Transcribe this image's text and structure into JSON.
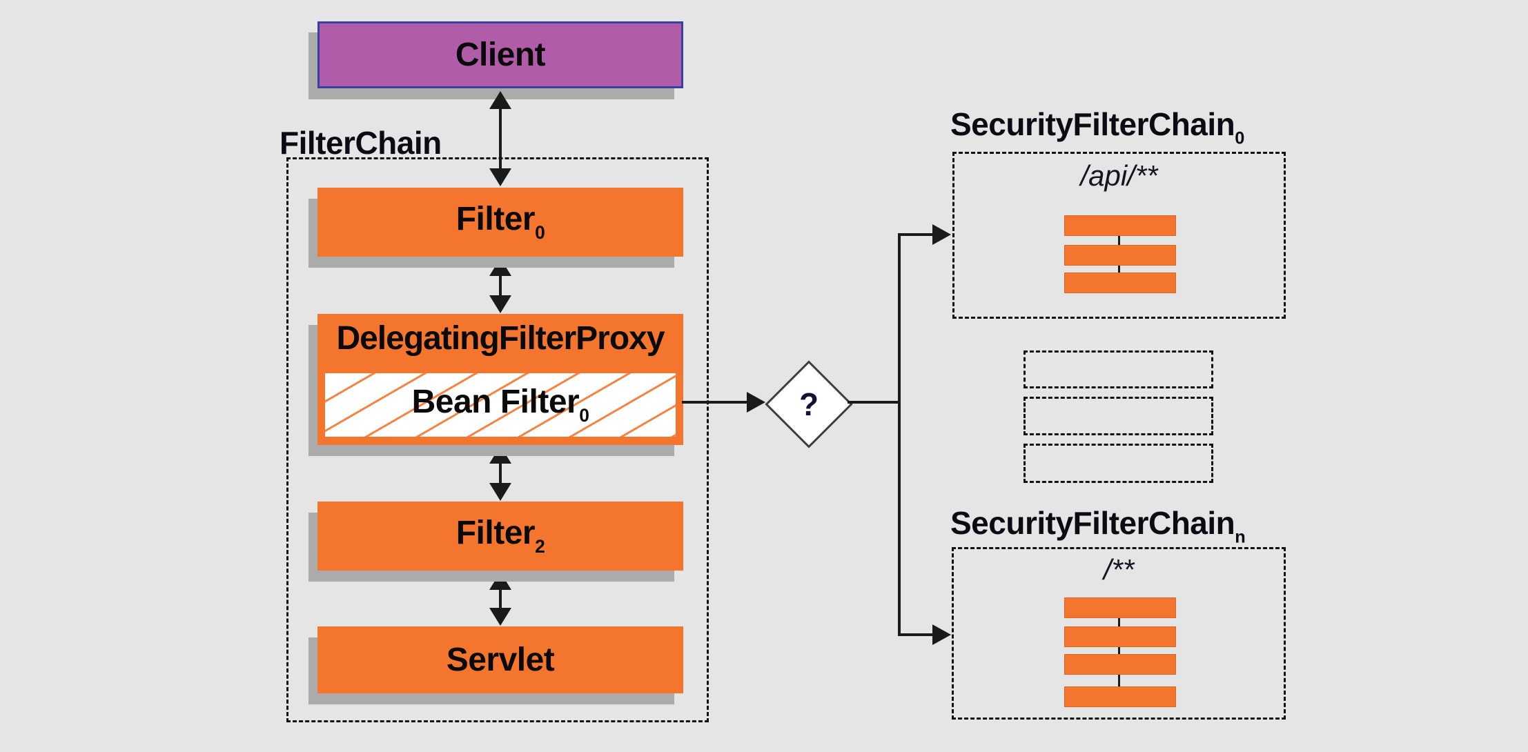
{
  "diagram": "Spring Security DelegatingFilterProxy / SecurityFilterChain architecture",
  "colors": {
    "background": "#e5e5e5",
    "box_orange": "#f4762e",
    "client_purple": "#b05ca8",
    "client_border_blue": "#3641a5",
    "shadow_gray": "#ababab",
    "line_black": "#1a1a1a"
  },
  "client": {
    "label": "Client"
  },
  "filter_chain": {
    "label": "FilterChain",
    "filter0": {
      "base": "Filter",
      "sub": "0"
    },
    "proxy_title": "DelegatingFilterProxy",
    "bean_filter": {
      "base": "Bean Filter",
      "sub": "0"
    },
    "filter2": {
      "base": "Filter",
      "sub": "2"
    },
    "servlet": {
      "label": "Servlet"
    }
  },
  "decision": {
    "label": "?"
  },
  "chain0": {
    "base": "SecurityFilterChain",
    "sub": "0",
    "path": "/api/**",
    "bar_count": 3
  },
  "chain_n": {
    "base": "SecurityFilterChain",
    "sub": "n",
    "path": "/**",
    "bar_count": 4
  }
}
